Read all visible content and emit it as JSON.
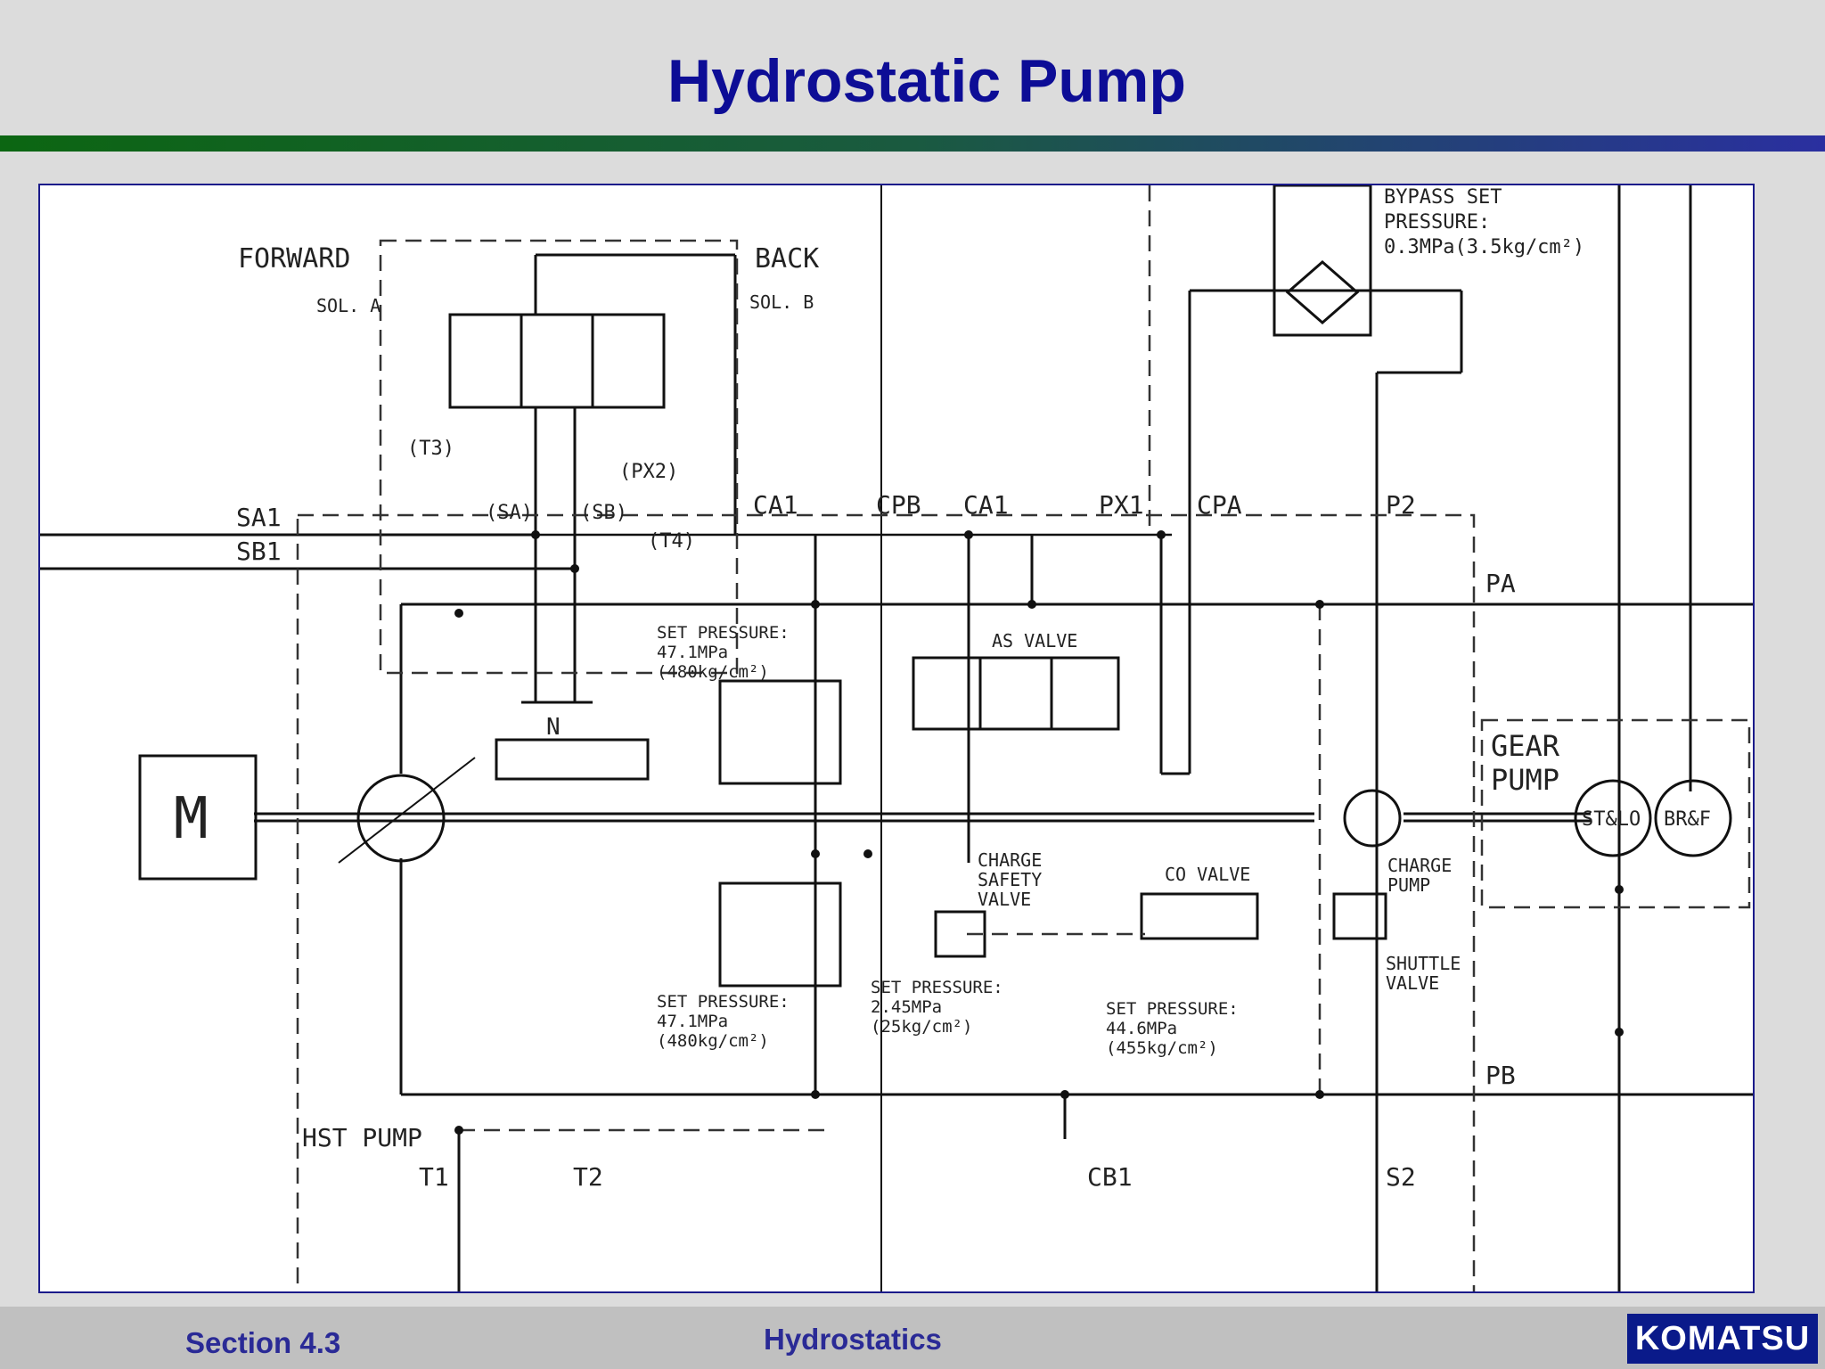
{
  "slide": {
    "title": "Hydrostatic Pump",
    "footer_section": "Section 4.3",
    "footer_topic": "Hydrostatics",
    "logo_text": "KOMATSU"
  },
  "diagram": {
    "labels": {
      "forward": "FORWARD",
      "back": "BACK",
      "sol_a": "SOL. A",
      "sol_b": "SOL. B",
      "t3": "(T3)",
      "sa": "(SA)",
      "sb": "(SB)",
      "px2": "(PX2)",
      "t4": "(T4)",
      "sa1": "SA1",
      "sb1": "SB1",
      "ca1_a": "CA1",
      "cpb": "CPB",
      "ca1_b": "CA1",
      "px1": "PX1",
      "cpa": "CPA",
      "p2": "P2",
      "pa": "PA",
      "pb": "PB",
      "bypass_1": "BYPASS SET",
      "bypass_2": "PRESSURE:",
      "bypass_3": "0.3MPa(3.5kg/cm²)",
      "set_top_1": "SET PRESSURE:",
      "set_top_2": "47.1MPa",
      "set_top_3": "(480kg/cm²)",
      "as_valve": "AS VALVE",
      "n": "N",
      "m": "M",
      "gear_pump_1": "GEAR",
      "gear_pump_2": "PUMP",
      "st_lo": "ST&LO",
      "br_f": "BR&F",
      "charge_pump_1": "CHARGE",
      "charge_pump_2": "PUMP",
      "charge_safety_1": "CHARGE",
      "charge_safety_2": "SAFETY",
      "charge_safety_3": "VALVE",
      "co_valve": "CO VALVE",
      "shuttle_1": "SHUTTLE",
      "shuttle_2": "VALVE",
      "set_bl_1": "SET PRESSURE:",
      "set_bl_2": "47.1MPa",
      "set_bl_3": "(480kg/cm²)",
      "set_mid_1": "SET PRESSURE:",
      "set_mid_2": "2.45MPa",
      "set_mid_3": "(25kg/cm²)",
      "set_co_1": "SET PRESSURE:",
      "set_co_2": "44.6MPa",
      "set_co_3": "(455kg/cm²)",
      "hst_pump": "HST PUMP",
      "t1": "T1",
      "t2": "T2",
      "cb1": "CB1",
      "s2": "S2"
    }
  }
}
